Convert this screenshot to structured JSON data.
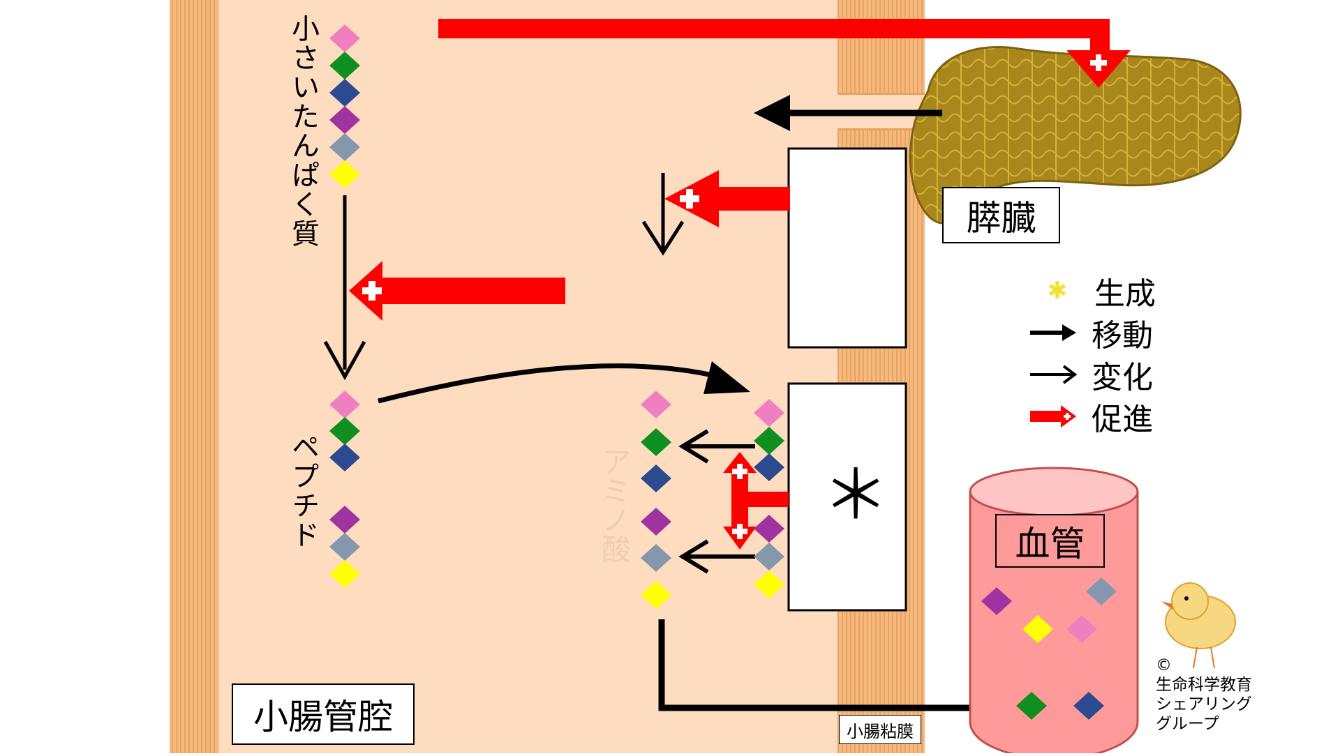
{
  "labels": {
    "small_protein": "小さいたんぱく質",
    "peptide": "ペプチド",
    "amino_acid": "アミノ酸",
    "lumen": "小腸管腔",
    "mucosa": "小腸粘膜",
    "pancreas": "膵臓",
    "blood_vessel": "血管",
    "enzyme_mark": "＊"
  },
  "legend": [
    {
      "icon": "star-icon",
      "text": "生成"
    },
    {
      "icon": "bold-arrow-icon",
      "text": "移動"
    },
    {
      "icon": "thin-arrow-icon",
      "text": "変化"
    },
    {
      "icon": "red-plus-arrow-icon",
      "text": "促進"
    }
  ],
  "credit": {
    "line1": "©",
    "line2": "生命科学教育",
    "line3": "シェアリング",
    "line4": "グループ"
  },
  "colors": {
    "pink": "#f07fbf",
    "green": "#0f8f1f",
    "blue": "#2b4a8f",
    "purple": "#a0339f",
    "gray": "#8597ad",
    "yellow": "#ffff00",
    "red": "#ff0000",
    "lumen_bg": "#fddcc0",
    "villi": "#f5b97e",
    "vessel": "#ff9a9a",
    "pancreas": "#a9871c"
  }
}
